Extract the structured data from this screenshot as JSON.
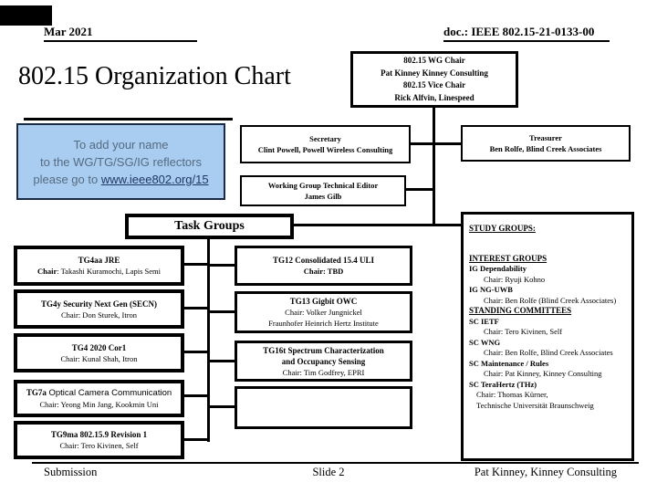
{
  "colors": {
    "box_border": "#000000",
    "note_bg": "#a9ccf1",
    "note_border": "#1b2a44",
    "note_text": "#566b80",
    "link_color": "#1f3864"
  },
  "header": {
    "date": "Mar 2021",
    "doc": "doc.: IEEE 802.15-21-0133-00"
  },
  "title": "802.15 Organization Chart",
  "wg_chair_box": {
    "line1": "802.15 WG Chair",
    "line2": "Pat Kinney Kinney Consulting",
    "line3": "802.15 Vice Chair",
    "line4": "Rick Alfvin, Linespeed"
  },
  "note": {
    "line1": "To add your name",
    "line2": "to the WG/TG/SG/IG reflectors",
    "line3_prefix": "please go to ",
    "link": "www.ieee802.org/15"
  },
  "secretary": {
    "title": "Secretary",
    "name": "Clint Powell, Powell Wireless Consulting"
  },
  "treasurer": {
    "title": "Treasurer",
    "name": "Ben Rolfe, Blind Creek Associates"
  },
  "tech_editor": {
    "title": "Working Group Technical Editor",
    "name": "James Gilb"
  },
  "task_groups_header": "Task Groups",
  "left_tgs": [
    {
      "title": "TG4aa JRE",
      "chair_bold": "Chair",
      "chair_rest": ": Takashi Kuramochi, Lapis Semi"
    },
    {
      "title": "TG4y Security Next Gen (SECN)",
      "chair": "Chair: Don Sturek, Itron"
    },
    {
      "title": "TG4 2020 Cor1",
      "chair": "Chair: Kunal Shah, Itron"
    },
    {
      "title_bold": "TG7a",
      "title_rest": " Optical Camera Communication",
      "chair": "Chair: Yeong Min Jang, Kookmin Uni"
    },
    {
      "title": "TG9ma 802.15.9 Revision 1",
      "chair": "Chair: Tero Kivinen, Self"
    }
  ],
  "mid_tgs": [
    {
      "line1": "TG12 Consolidated 15.4 ULI",
      "line2": "Chair: TBD"
    },
    {
      "line1": "TG13 Gigbit OWC",
      "line2": "Chair: Volker Jungnickel",
      "line3": "Fraunhofer Heinrich Hertz Institute"
    },
    {
      "line1": "TG16t Spectrum Characterization",
      "line2": "and Occupancy Sensing",
      "line3": "Chair: Tim Godfrey, EPRI"
    }
  ],
  "groups_panel": {
    "lines": [
      "STUDY GROUPS:",
      "INTEREST GROUPS",
      "IG Dependability",
      "Chair: Ryuji Kohno",
      "IG NG-UWB",
      "Chair: Ben Rolfe (Blind Creek Associates)",
      "STANDING COMMITTEES",
      "SC IETF",
      "Chair: Tero Kivinen, Self",
      "SC WNG",
      "Chair: Ben Rolfe, Blind Creek Associates",
      "SC Maintenance / Rules",
      "Chair: Pat Kinney, Kinney Consulting",
      "SC TeraHertz (THz)",
      "Chair: Thomas Kürner,",
      "Technische Universität Braunschweig"
    ]
  },
  "footer": {
    "left": "Submission",
    "center": "Slide 2",
    "right": "Pat Kinney, Kinney Consulting"
  }
}
